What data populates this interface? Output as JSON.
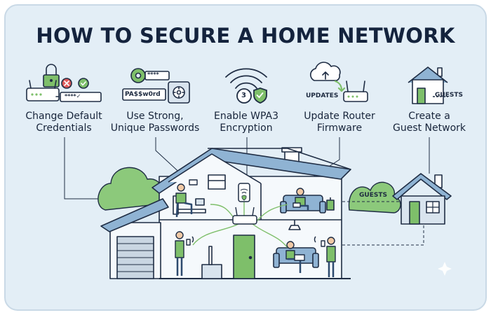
{
  "title": "HOW TO SECURE A HOME NETWORK",
  "steps": [
    {
      "line1": "Change Default",
      "line2": "Credentials",
      "icon": "router-lock-icon",
      "mask": "****✓"
    },
    {
      "line1": "Use Strong,",
      "line2": "Unique Passwords",
      "icon": "key-safe-icon",
      "key_text": "****",
      "password": "PA$$w0rd"
    },
    {
      "line1": "Enable WPA3",
      "line2": "Encryption",
      "icon": "wifi-shield-icon",
      "badge": "3"
    },
    {
      "line1": "Update Router",
      "line2": "Firmware",
      "icon": "cloud-update-icon",
      "tag": "UPDATES"
    },
    {
      "line1": "Create a",
      "line2": "Guest Network",
      "icon": "guest-house-icon",
      "tag": "GUESTS"
    }
  ],
  "house": {
    "guest_tag": "GUESTS"
  },
  "colors": {
    "background": "#e3eef6",
    "outline": "#1f2d44",
    "accent_green": "#7ebf6a",
    "roof_blue": "#8fb3d3",
    "tree_green": "#8cc97b",
    "alert_red": "#e05a5a"
  }
}
